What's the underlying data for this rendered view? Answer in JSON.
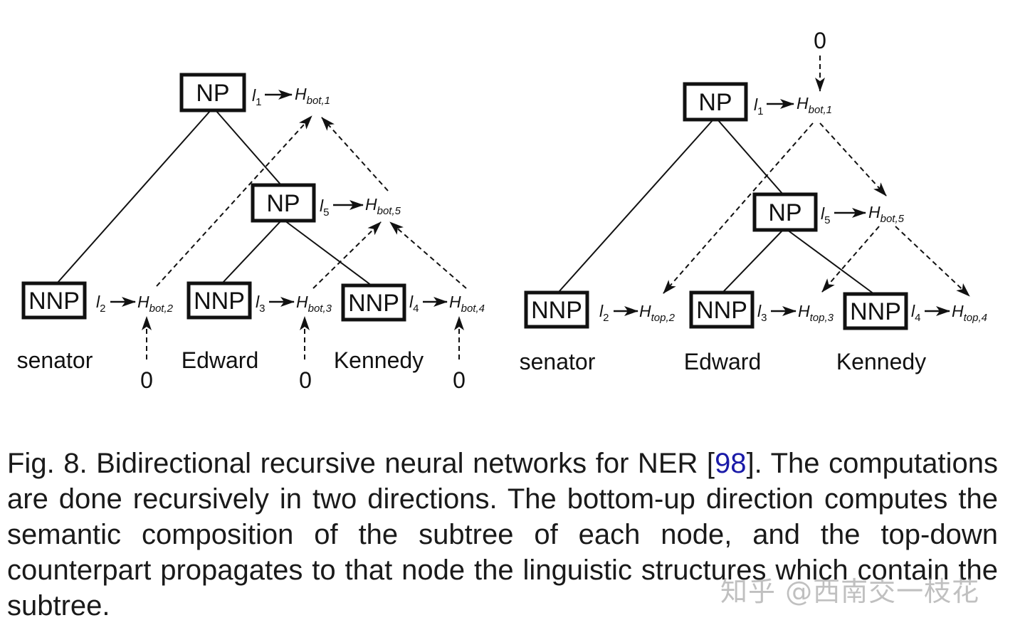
{
  "left_tree": {
    "nodes": {
      "np_root": "NP",
      "np_mid": "NP",
      "nnp_1": "NNP",
      "nnp_2": "NNP",
      "nnp_3": "NNP"
    },
    "words": [
      "senator",
      "Edward",
      "Kennedy"
    ],
    "hidden": [
      {
        "sym": "H",
        "sub": "bot,1"
      },
      {
        "sym": "H",
        "sub": "bot,5"
      },
      {
        "sym": "H",
        "sub": "bot,2"
      },
      {
        "sym": "H",
        "sub": "bot,3"
      },
      {
        "sym": "H",
        "sub": "bot,4"
      }
    ],
    "inputs": [
      {
        "sym": "l",
        "sub": "1"
      },
      {
        "sym": "l",
        "sub": "5"
      },
      {
        "sym": "l",
        "sub": "2"
      },
      {
        "sym": "l",
        "sub": "3"
      },
      {
        "sym": "l",
        "sub": "4"
      }
    ],
    "zeros": [
      "0",
      "0",
      "0"
    ]
  },
  "right_tree": {
    "nodes": {
      "np_root": "NP",
      "np_mid": "NP",
      "nnp_1": "NNP",
      "nnp_2": "NNP",
      "nnp_3": "NNP"
    },
    "words": [
      "senator",
      "Edward",
      "Kennedy"
    ],
    "hidden": [
      {
        "sym": "H",
        "sub": "bot,1"
      },
      {
        "sym": "H",
        "sub": "bot,5"
      },
      {
        "sym": "H",
        "sub": "top,2"
      },
      {
        "sym": "H",
        "sub": "top,3"
      },
      {
        "sym": "H",
        "sub": "top,4"
      }
    ],
    "inputs": [
      {
        "sym": "l",
        "sub": "1"
      },
      {
        "sym": "l",
        "sub": "5"
      },
      {
        "sym": "l",
        "sub": "2"
      },
      {
        "sym": "l",
        "sub": "3"
      },
      {
        "sym": "l",
        "sub": "4"
      }
    ],
    "zeros": [
      "0"
    ]
  },
  "caption": {
    "before_ref": "Fig. 8. Bidirectional recursive neural networks for NER [",
    "ref": "98",
    "after_ref": "]. The computations are done recursively in two directions. The bottom-up direction computes the semantic composition of the subtree of each node, and the top-down counterpart propagates to that node the linguistic structures which contain the subtree."
  },
  "watermark": "知乎 @西南交一枝花",
  "colors": {
    "ink": "#111111",
    "citation": "#1a1aa8",
    "watermark": "#8c8c8c"
  }
}
